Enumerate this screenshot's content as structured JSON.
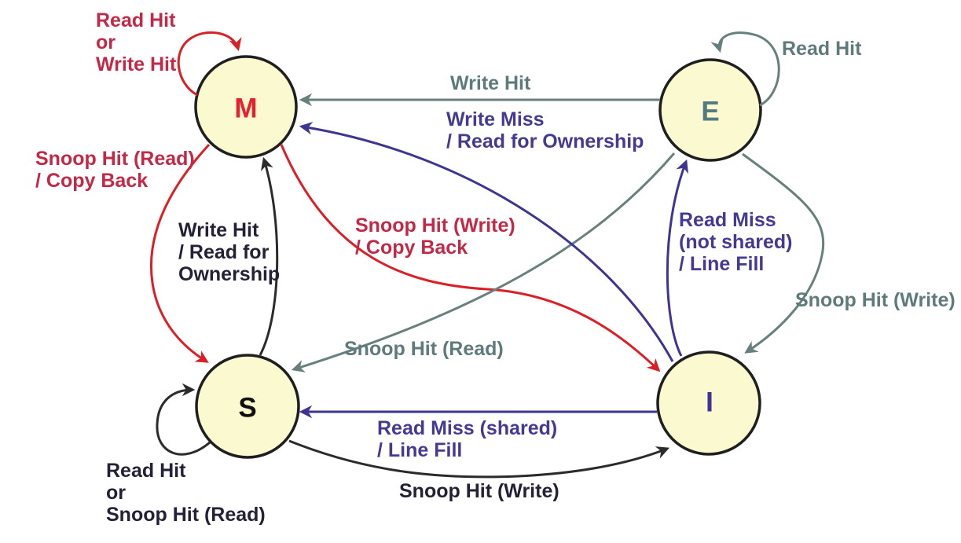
{
  "diagram_type": "state-diagram",
  "palette": {
    "node_fill": "#FAF9D0",
    "node_border": "#1F1F1F",
    "red_arrow": "#DB1F26",
    "crimson_text": "#C32847",
    "gray_arrow": "#68807D",
    "gray_text": "#5E7A7B",
    "purple_arrow": "#3D3494",
    "purple_text": "#443A92",
    "black_arrow": "#2B2B2B",
    "dark_text": "#242038"
  },
  "nodes": [
    {
      "id": "M",
      "label": "M",
      "color": "#E8202E"
    },
    {
      "id": "E",
      "label": "E",
      "color": "#527A80"
    },
    {
      "id": "S",
      "label": "S",
      "color": "#101010"
    },
    {
      "id": "I",
      "label": "I",
      "color": "#3D3494"
    }
  ],
  "edges": [
    {
      "id": "m-self",
      "from": "M",
      "to": "M",
      "color": "red",
      "label": "Read Hit\nor\nWrite Hit"
    },
    {
      "id": "e-to-m",
      "from": "E",
      "to": "M",
      "color": "gray",
      "label": "Write Hit"
    },
    {
      "id": "i-to-m",
      "from": "I",
      "to": "M",
      "color": "purple",
      "label": "Write Miss\n/ Read for Ownership"
    },
    {
      "id": "e-self",
      "from": "E",
      "to": "E",
      "color": "gray",
      "label": "Read Hit"
    },
    {
      "id": "m-to-s",
      "from": "M",
      "to": "S",
      "color": "red",
      "label": "Snoop Hit (Read)\n/ Copy Back"
    },
    {
      "id": "s-to-m",
      "from": "S",
      "to": "M",
      "color": "black",
      "label": "Write Hit\n/ Read for\nOwnership"
    },
    {
      "id": "m-to-i",
      "from": "M",
      "to": "I",
      "color": "red",
      "label": "Snoop Hit (Write)\n/ Copy Back"
    },
    {
      "id": "i-to-e",
      "from": "I",
      "to": "E",
      "color": "purple",
      "label": "Read Miss\n(not shared)\n/ Line Fill"
    },
    {
      "id": "e-to-i",
      "from": "E",
      "to": "I",
      "color": "gray",
      "label": "Snoop Hit (Write)"
    },
    {
      "id": "e-to-s",
      "from": "E",
      "to": "S",
      "color": "gray",
      "label": "Snoop Hit (Read)"
    },
    {
      "id": "i-to-s",
      "from": "I",
      "to": "S",
      "color": "purple",
      "label": "Read Miss (shared)\n/ Line Fill"
    },
    {
      "id": "s-to-i",
      "from": "S",
      "to": "I",
      "color": "black",
      "label": "Snoop Hit (Write)"
    },
    {
      "id": "s-self",
      "from": "S",
      "to": "S",
      "color": "black",
      "label": "Read Hit\nor\nSnoop Hit (Read)"
    }
  ]
}
